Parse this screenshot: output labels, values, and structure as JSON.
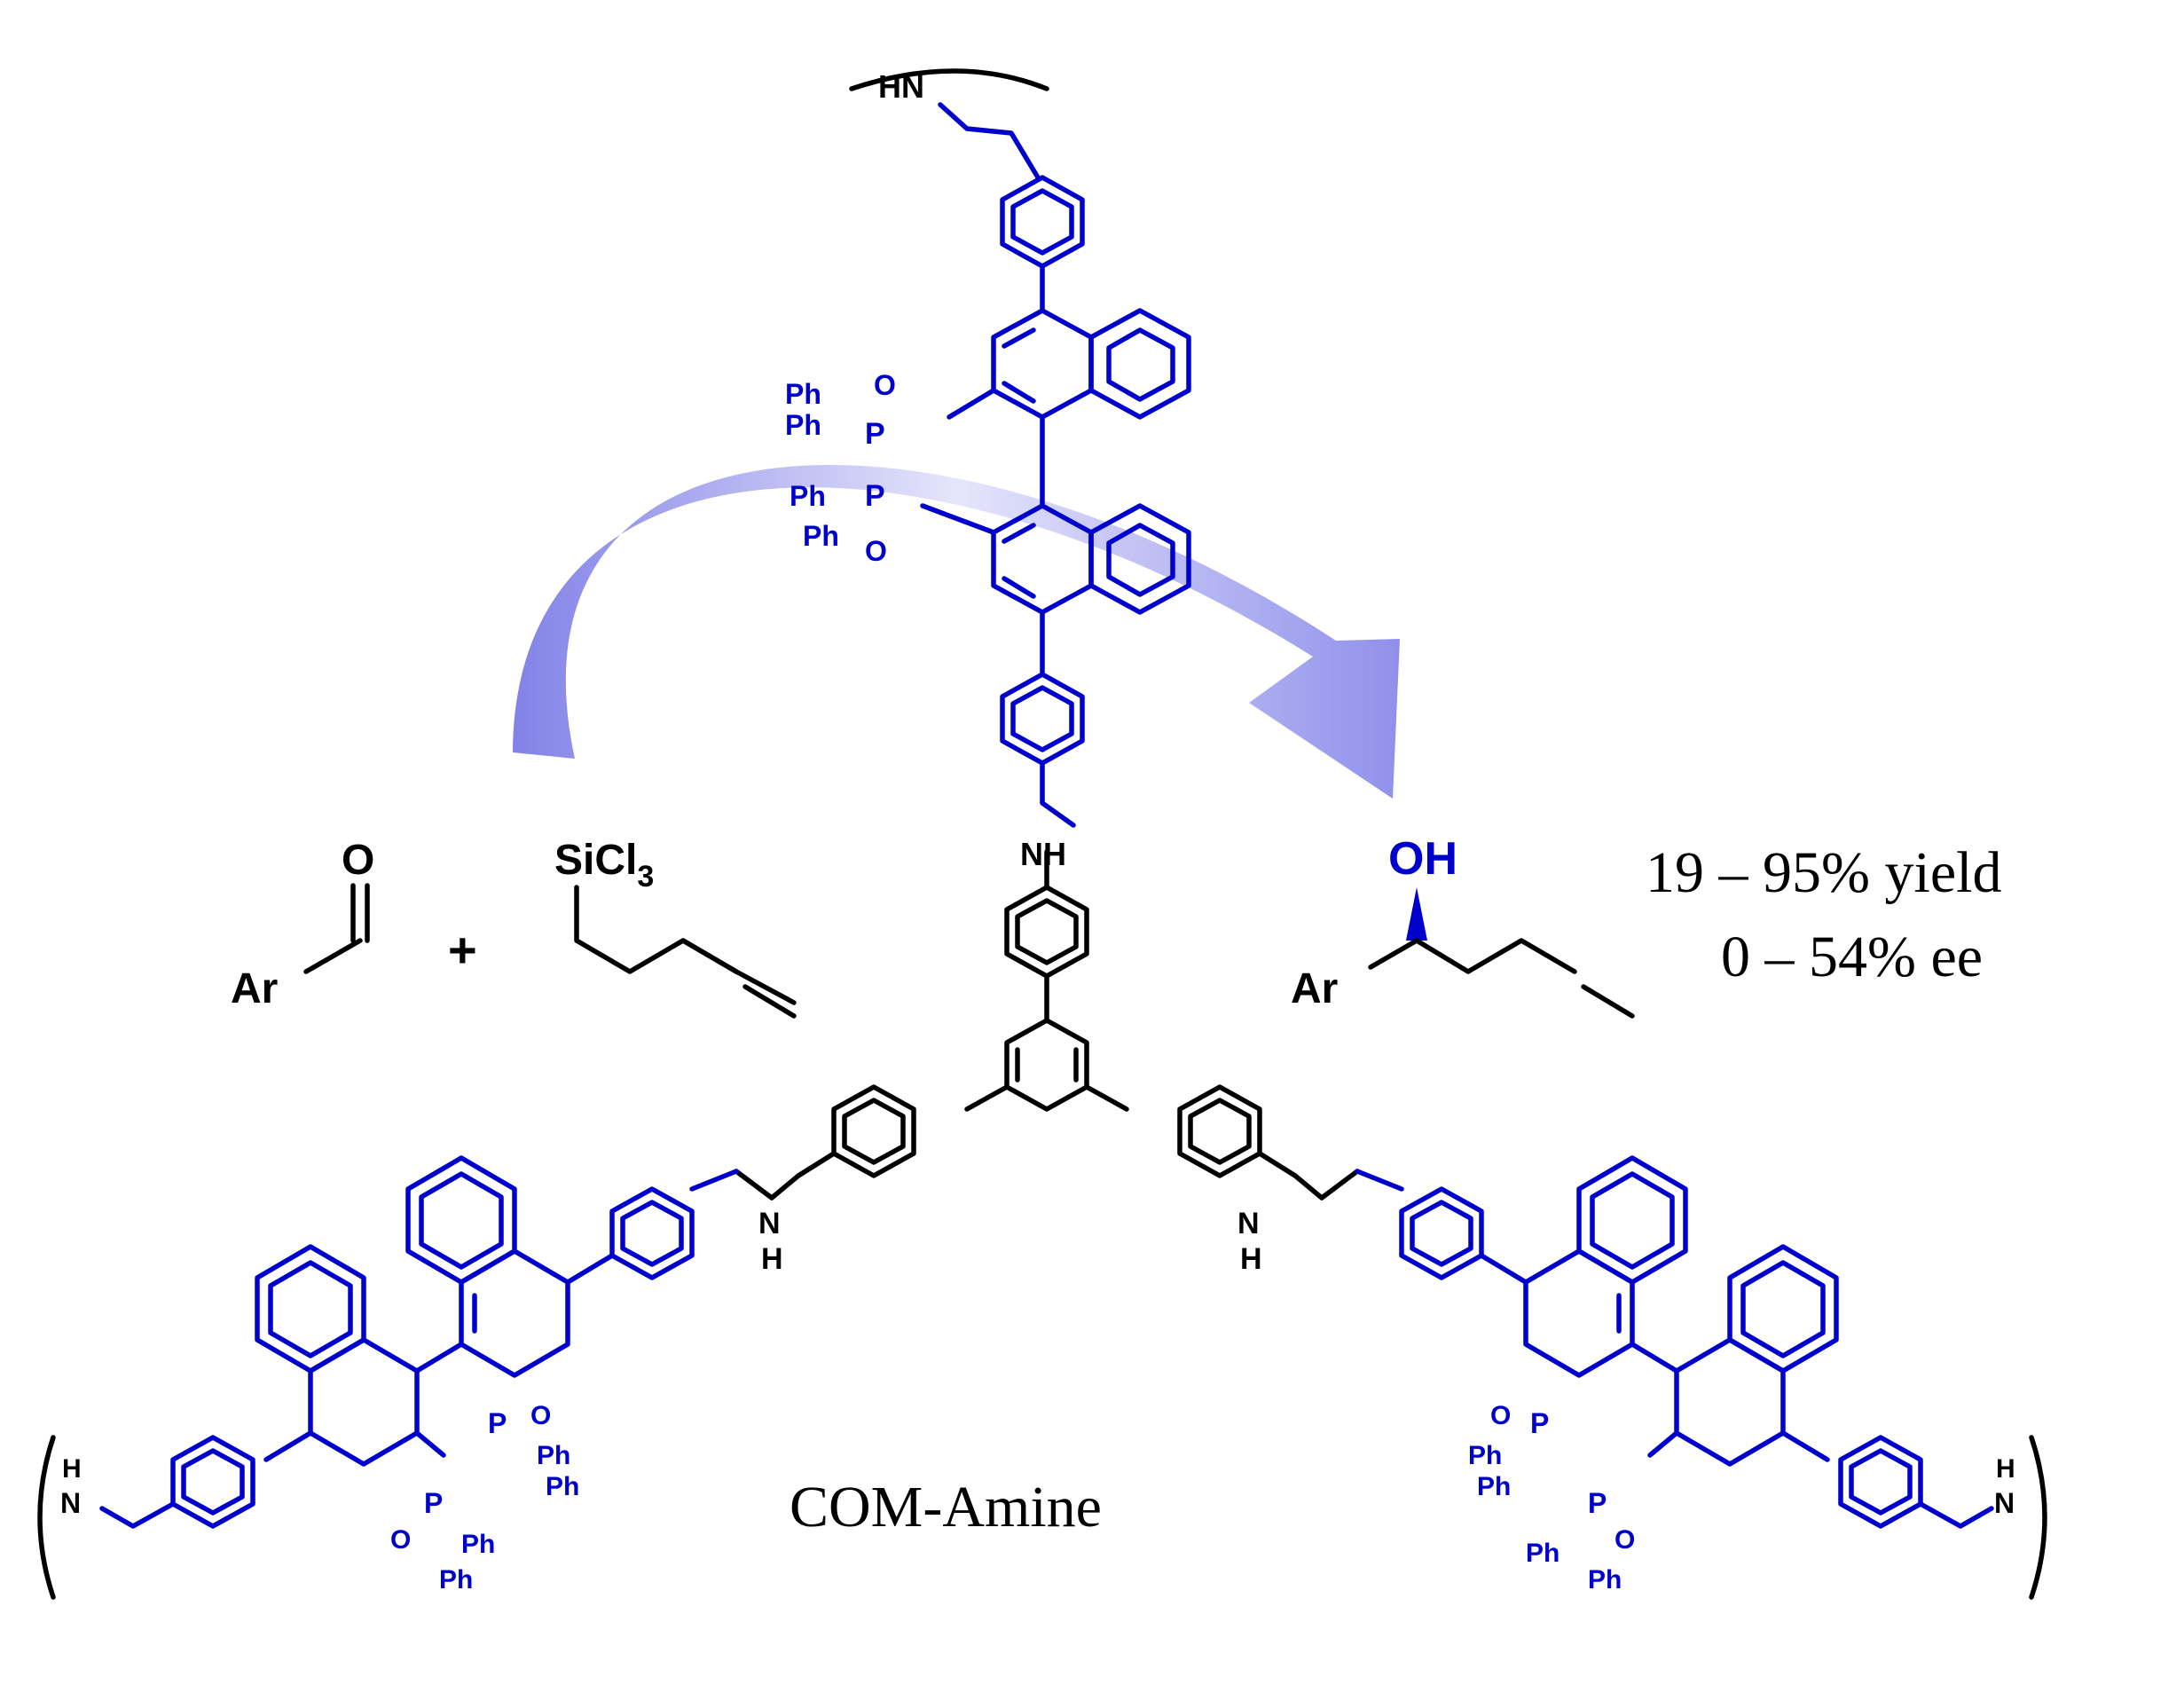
{
  "colors": {
    "ligand": "#0000cc",
    "framework": "#000000",
    "arrow": "#8f8fea"
  },
  "reaction": {
    "aldehyde_o": "O",
    "aldehyde_ar": "Ar",
    "plus": "+",
    "silane_group": "SiCl",
    "silane_subscript": "3",
    "product_oh": "OH",
    "product_ar": "Ar",
    "yield_text": "19 – 95% yield",
    "ee_text": "0 – 54% ee"
  },
  "framework": {
    "name": "COM-Amine",
    "amine_nh": "NH",
    "amine_hn": "HN",
    "amine_n": "N",
    "amine_h": "H"
  },
  "ligand": {
    "phenyl": "Ph",
    "phosphorus": "P",
    "oxygen": "O"
  }
}
